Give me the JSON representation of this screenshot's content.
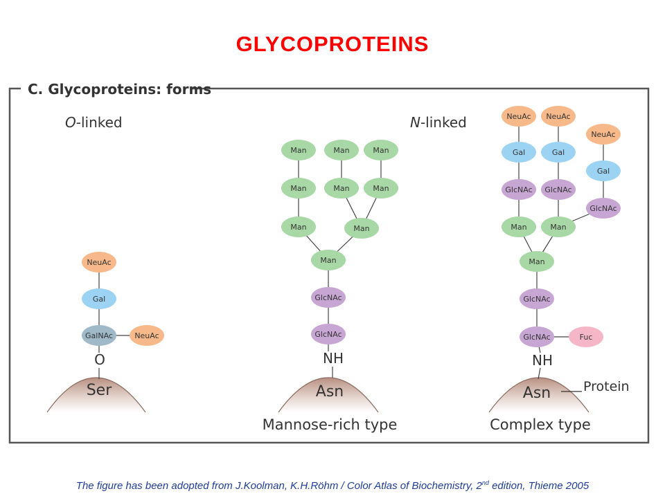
{
  "title": "GLYCOPROTEINS",
  "panel": {
    "heading": "C. Glycoproteins: forms",
    "o_linked_prefix": "O",
    "o_linked_suffix": "-linked",
    "n_linked_prefix": "N",
    "n_linked_suffix": "-linked",
    "mannose_type": "Mannose-rich type",
    "complex_type": "Complex type",
    "protein_label": "Protein"
  },
  "residues": {
    "ser": "Ser",
    "asn1": "Asn",
    "asn2": "Asn",
    "o_atom": "O",
    "nh1": "NH",
    "nh2": "NH"
  },
  "sugars": {
    "o": [
      "NeuAc",
      "Gal",
      "GalNAc",
      "NeuAc"
    ],
    "m": [
      "Man",
      "Man",
      "Man",
      "Man",
      "Man",
      "Man",
      "Man",
      "Man",
      "Man",
      "GlcNAc",
      "GlcNAc"
    ],
    "c": [
      "NeuAc",
      "NeuAc",
      "NeuAc",
      "Gal",
      "Gal",
      "Gal",
      "GlcNAc",
      "GlcNAc",
      "GlcNAc",
      "Man",
      "Man",
      "Man",
      "GlcNAc",
      "GlcNAc",
      "Fuc"
    ]
  },
  "colors": {
    "Man": "#a8d8a5",
    "Gal": "#9dd3f2",
    "GlcNAc": "#c7a6d3",
    "GalNAc": "#9fb9c9",
    "NeuAc": "#f7b98a",
    "Fuc": "#f5b7c8",
    "title": "#ff0000",
    "caption": "#1f3d99"
  },
  "caption": {
    "pre": "The figure has been adopted from J.Koolman, K.H.Röhm / Color Atlas of Biochemistry, 2",
    "sup": "nd",
    "post": " edition, Thieme 2005"
  }
}
